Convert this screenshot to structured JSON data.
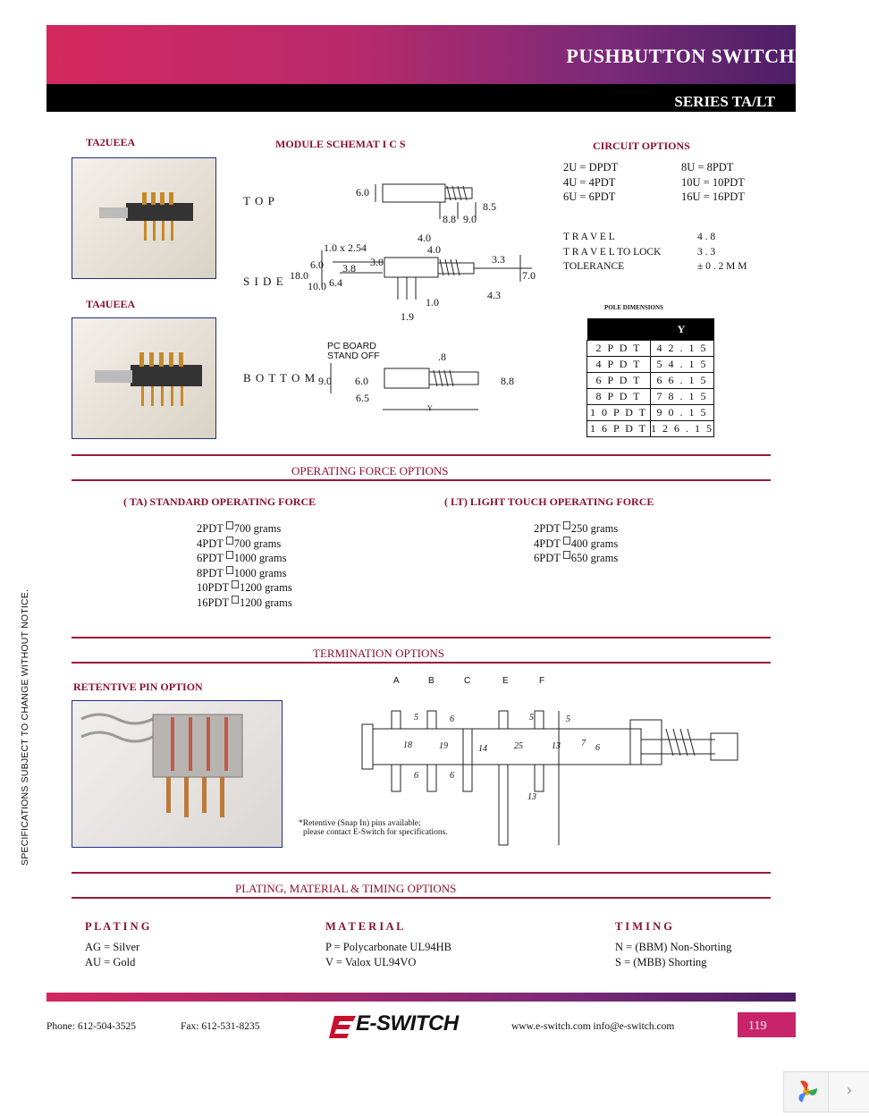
{
  "header": {
    "title": "PUSHBUTTON SWITCHES",
    "series": "SERIES TA/LT"
  },
  "products": [
    {
      "label": "TA2UEEA"
    },
    {
      "label": "TA4UEEA"
    }
  ],
  "module_schematics": {
    "title": "MODULE SCHEMAT I C S",
    "views": [
      "T O P",
      "S I D E",
      "B O T T O M"
    ],
    "dims": {
      "top": [
        "6.0",
        "8.5",
        "8.8",
        "9.0"
      ],
      "side": [
        "1.0 x 2.54",
        "4.0",
        "4.0",
        "6.0",
        "3.0",
        "3.8",
        "18.0",
        "10.0",
        "6.4",
        "3.3",
        "7.0",
        "1.0",
        "4.3",
        "1.9"
      ],
      "bottom": [
        "PC BOARD",
        "STAND OFF",
        ".8",
        "9.0",
        "6.0",
        "6.5",
        "8.8",
        "Y"
      ]
    }
  },
  "circuit_options": {
    "title": "CIRCUIT OPTIONS",
    "left": [
      "2U = DPDT",
      "4U = 4PDT",
      "6U = 6PDT"
    ],
    "right": [
      "8U = 8PDT",
      "10U = 10PDT",
      "16U = 16PDT"
    ]
  },
  "specs": [
    {
      "name": "T R A V E L",
      "value": "4 . 8"
    },
    {
      "name": "T R A V E L TO LOCK",
      "value": "3 . 3"
    },
    {
      "name": "TOLERANCE",
      "value": "± 0 . 2 M M"
    }
  ],
  "pole_table": {
    "caption": "POLE DIMENSIONS",
    "header": "Y",
    "rows": [
      [
        "2 P D T",
        "4 2 . 1 5"
      ],
      [
        "4 P D T",
        "5 4 . 1 5"
      ],
      [
        "6 P D T",
        "6 6 . 1 5"
      ],
      [
        "8 P D T",
        "7 8 . 1 5"
      ],
      [
        "1 0 P D T",
        "9 0 . 1 5"
      ],
      [
        "1 6 P D T",
        "1 2 6 . 1 5"
      ]
    ]
  },
  "operating_force": {
    "title": "OPERATING FORCE OPTIONS",
    "standard": {
      "title": "( TA) STANDARD OPERATING FORCE",
      "items": [
        {
          "pole": "2PDT",
          "force": "700 grams"
        },
        {
          "pole": "4PDT",
          "force": "700 grams"
        },
        {
          "pole": "6PDT",
          "force": "1000 grams"
        },
        {
          "pole": "8PDT",
          "force": "1000 grams"
        },
        {
          "pole": "10PDT",
          "force": "1200 grams"
        },
        {
          "pole": "16PDT",
          "force": "1200 grams"
        }
      ]
    },
    "light": {
      "title": "( LT) LIGHT TOUCH OPERATING FORCE",
      "items": [
        {
          "pole": "2PDT",
          "force": "250 grams"
        },
        {
          "pole": "4PDT",
          "force": "400 grams"
        },
        {
          "pole": "6PDT",
          "force": "650 grams"
        }
      ]
    }
  },
  "termination": {
    "title": "TERMINATION OPTIONS",
    "retentive_title": "RETENTIVE PIN OPTION",
    "note_line1": "*Retentive (Snap In) pins available;",
    "note_line2": "please contact E-Switch for specifications.",
    "letters": [
      "A",
      "B",
      "C",
      "E",
      "F"
    ],
    "dims": [
      "5",
      "6",
      "5",
      "5",
      "18",
      "19",
      "14",
      "25",
      "13",
      "7",
      "6",
      "6",
      "6",
      "13"
    ]
  },
  "plating_section": {
    "title": "PLATING, MATERIAL & TIMING OPTIONS",
    "plating": {
      "title": "P L A T I N G",
      "items": [
        "AG = Silver",
        "AU = Gold"
      ]
    },
    "material": {
      "title": "M A T E R I A L",
      "items": [
        "P = Polycarbonate UL94HB",
        "V = Valox UL94VO"
      ]
    },
    "timing": {
      "title": "T I M I N G",
      "items": [
        "N = (BBM) Non-Shorting",
        "S = (MBB) Shorting"
      ]
    }
  },
  "side_note": "SPECIFICATIONS SUBJECT TO CHANGE WITHOUT NOTICE.",
  "footer": {
    "phone": "Phone: 612-504-3525",
    "fax": "Fax: 612-531-8235",
    "logo": "E-SWITCH",
    "web": "www.e-switch.com info@e-switch.com",
    "page": "119"
  },
  "colors": {
    "accent": "#8b1030",
    "header_start": "#d4285f",
    "header_end": "#4c1f66"
  }
}
